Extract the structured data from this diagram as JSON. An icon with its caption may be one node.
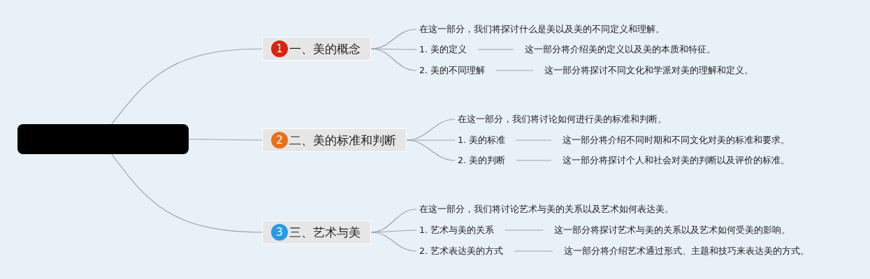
{
  "diagram": {
    "nodes": [
      {
        "text": [],
        "shape": "box"
      },
      {
        "text": [
          "1",
          "一、美的概念"
        ]
      },
      {
        "text": [
          "在这一部分，我们将探讨什么是美以及美的不同定义和理解。"
        ]
      },
      {
        "text": [
          "1. 美的定义"
        ]
      },
      {
        "text": [
          "这一部分将介绍美的定义以及美的本质和特征。"
        ]
      },
      {
        "text": [
          "2. 美的不同理解"
        ]
      },
      {
        "text": [
          "这一部分将探讨不同文化和学派对美的理解和定义。"
        ]
      },
      {
        "text": [
          "2",
          "二、美的标准和判断"
        ]
      },
      {
        "text": [
          "在这一部分，我们将讨论如何进行美的标准和判断。"
        ]
      },
      {
        "text": [
          "1. 美的标准"
        ]
      },
      {
        "text": [
          "这一部分将介绍不同时期和不同文化对美的标准和要求。"
        ]
      },
      {
        "text": [
          "2. 美的判断"
        ]
      },
      {
        "text": [
          "这一部分将探讨个人和社会对美的判断以及评价的标准。"
        ]
      },
      {
        "text": [
          "3",
          "三、艺术与美"
        ]
      },
      {
        "text": [
          "在这一部分，我们将讨论艺术与美的关系以及艺术如何表达美。"
        ]
      },
      {
        "text": [
          "1. 艺术与美的关系"
        ]
      },
      {
        "text": [
          "这一部分将探讨艺术与美的关系以及艺术如何受美的影响。"
        ]
      },
      {
        "text": [
          "2. 艺术表达美的方式"
        ]
      },
      {
        "text": [
          "这一部分将介绍艺术通过形式、主题和技巧来表达美的方式。"
        ]
      }
    ],
    "edges": [
      {
        "from": 0,
        "to": 1,
        "arrow": "none"
      },
      {
        "from": 0,
        "to": 7,
        "arrow": "none"
      },
      {
        "from": 0,
        "to": 13,
        "arrow": "none"
      },
      {
        "from": 1,
        "to": 2,
        "arrow": "none"
      },
      {
        "from": 1,
        "to": 3,
        "arrow": "none"
      },
      {
        "from": 1,
        "to": 5,
        "arrow": "none"
      },
      {
        "from": 3,
        "to": 4,
        "arrow": "none"
      },
      {
        "from": 5,
        "to": 6,
        "arrow": "none"
      },
      {
        "from": 7,
        "to": 8,
        "arrow": "none"
      },
      {
        "from": 7,
        "to": 9,
        "arrow": "none"
      },
      {
        "from": 7,
        "to": 11,
        "arrow": "none"
      },
      {
        "from": 9,
        "to": 10,
        "arrow": "none"
      },
      {
        "from": 11,
        "to": 12,
        "arrow": "none"
      },
      {
        "from": 13,
        "to": 14,
        "arrow": "none"
      },
      {
        "from": 13,
        "to": 15,
        "arrow": "none"
      },
      {
        "from": 13,
        "to": 17,
        "arrow": "none"
      },
      {
        "from": 15,
        "to": 16,
        "arrow": "none"
      },
      {
        "from": 17,
        "to": 18,
        "arrow": "none"
      }
    ]
  }
}
